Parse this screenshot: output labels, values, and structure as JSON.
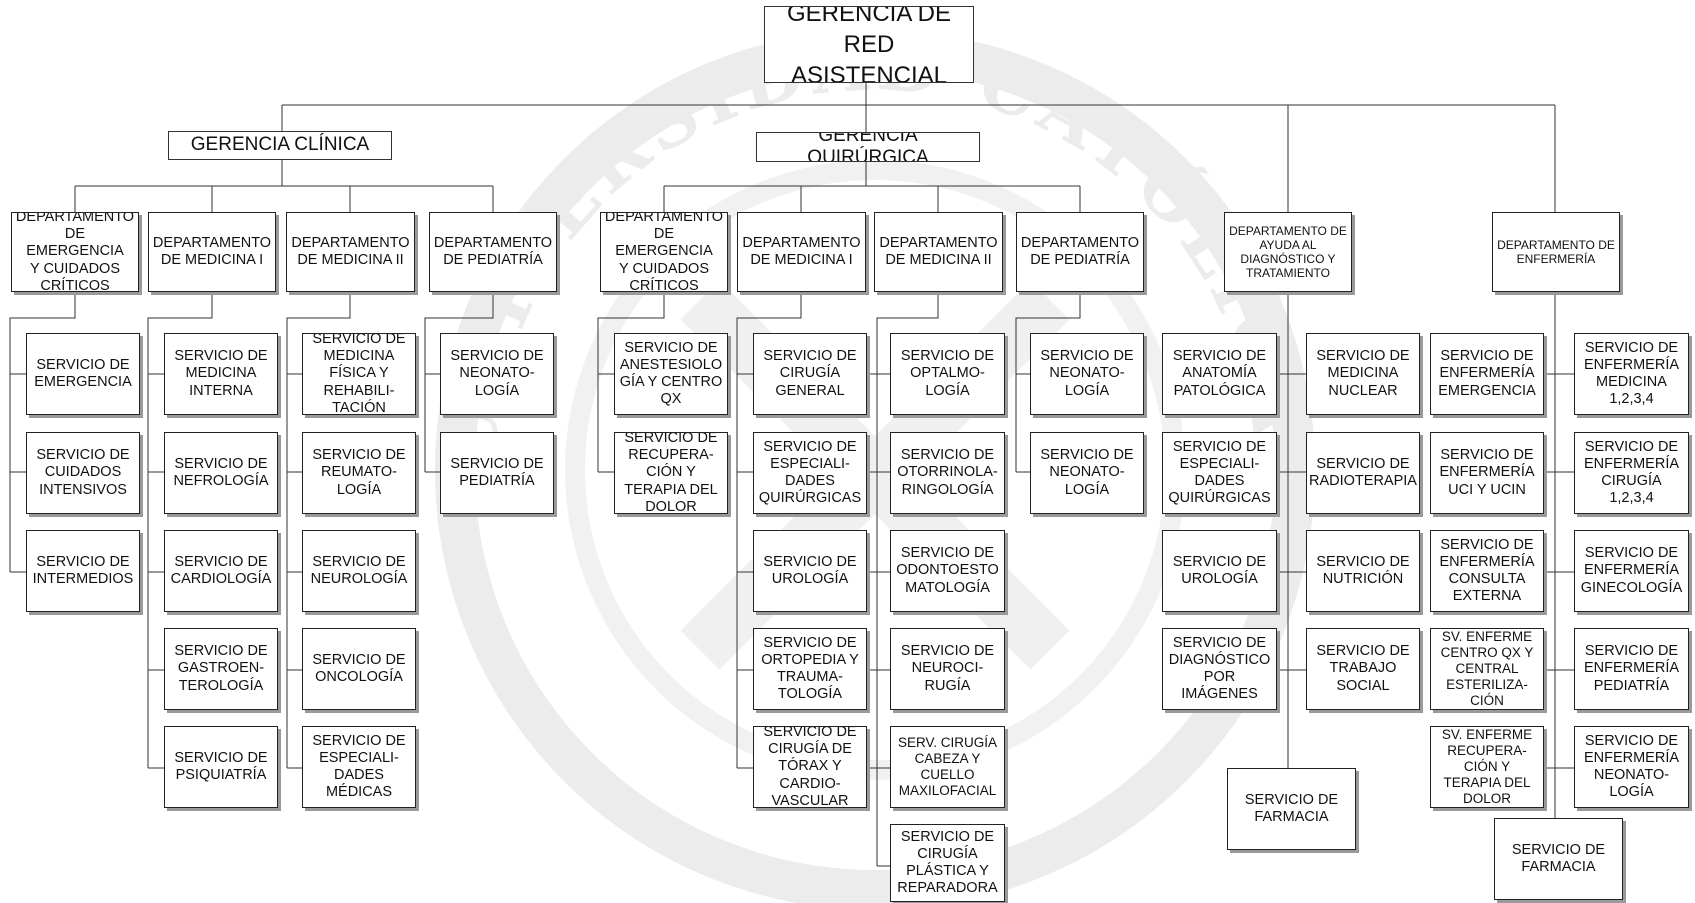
{
  "gerencia_red": "GERENCIA DE\nRED ASISTENCIAL",
  "gerencia_clinica": "GERENCIA CLÍNICA",
  "gerencia_quirurgica": "GERENCIA QUIRÚRGICA",
  "clinica": {
    "dept_emergencia": "DEPARTAMENTO\nDE EMERGENCIA\nY CUIDADOS\nCRÍTICOS",
    "dept_medicina1": "DEPARTAMENTO\nDE MEDICINA I",
    "dept_medicina2": "DEPARTAMENTO\nDE MEDICINA II",
    "dept_pediatria": "DEPARTAMENTO\nDE PEDIATRÍA",
    "emergencia_services": [
      "SERVICIO DE\nEMERGENCIA",
      "SERVICIO DE\nCUIDADOS\nINTENSIVOS",
      "SERVICIO DE\nINTERMEDIOS"
    ],
    "medicina1_services": [
      "SERVICIO DE\nMEDICINA\nINTERNA",
      "SERVICIO DE\nNEFROLOGÍA",
      "SERVICIO DE\nCARDIOLOGÍA",
      "SERVICIO DE\nGASTROEN-\nTEROLOGÍA",
      "SERVICIO DE\nPSIQUIATRÍA"
    ],
    "medicina2_services": [
      "SERVICIO DE\nMEDICINA\nFÍSICA Y\nREHABILI-\nTACIÓN",
      "SERVICIO DE\nREUMATO-\nLOGÍA",
      "SERVICIO DE\nNEUROLOGÍA",
      "SERVICIO DE\nONCOLOGÍA",
      "SERVICIO DE\nESPECIALI-\nDADES\nMÉDICAS"
    ],
    "pediatria_services": [
      "SERVICIO DE\nNEONATO-\nLOGÍA",
      "SERVICIO DE\nPEDIATRÍA"
    ]
  },
  "quirurgica": {
    "dept_emergencia": "DEPARTAMENTO\nDE EMERGENCIA\nY CUIDADOS\nCRÍTICOS",
    "dept_medicina1": "DEPARTAMENTO\nDE MEDICINA I",
    "dept_medicina2": "DEPARTAMENTO\nDE MEDICINA II",
    "dept_pediatria": "DEPARTAMENTO\nDE PEDIATRÍA",
    "emergencia_services": [
      "SERVICIO DE\nANESTESIOLO\nGÍA Y CENTRO\nQX",
      "SERVICIO DE\nRECUPERA-\nCIÓN Y\nTERAPIA DEL\nDOLOR"
    ],
    "medicina1_services": [
      "SERVICIO DE\nCIRUGÍA\nGENERAL",
      "SERVICIO DE\nESPECIALI-\nDADES\nQUIRÚRGICAS",
      "SERVICIO DE\nUROLOGÍA",
      "SERVICIO DE\nORTOPEDIA Y\nTRAUMA-\nTOLOGÍA",
      "SERVICIO DE\nCIRUGÍA DE\nTÓRAX Y\nCARDIO-\nVASCULAR"
    ],
    "medicina2_services": [
      "SERVICIO DE\nOPTALMO-\nLOGÍA",
      "SERVICIO DE\nOTORRINOLA-\nRINGOLOGÍA",
      "SERVICIO DE\nODONTOESTO\nMATOLOGÍA",
      "SERVICIO DE\nNEUROCI-\nRUGÍA",
      "SERV. CIRUGÍA\nCABEZA Y\nCUELLO\nMAXILOFACIAL",
      "SERVICIO DE\nCIRUGÍA\nPLÁSTICA Y\nREPARADORA"
    ],
    "pediatria_services": [
      "SERVICIO DE\nNEONATO-\nLOGÍA",
      "SERVICIO DE\nNEONATO-\nLOGÍA"
    ]
  },
  "ayuda": {
    "dept": "DEPARTAMENTO DE\nAYUDA AL\nDIAGNÓSTICO Y\nTRATAMIENTO",
    "left_services": [
      "SERVICIO DE\nANATOMÍA\nPATOLÓGICA",
      "SERVICIO DE\nESPECIALI-\nDADES\nQUIRÚRGICAS",
      "SERVICIO DE\nUROLOGÍA",
      "SERVICIO DE\nDIAGNÓSTICO\nPOR\nIMÁGENES"
    ],
    "right_services": [
      "SERVICIO DE\nMEDICINA\nNUCLEAR",
      "SERVICIO DE\nRADIOTERAPIA",
      "SERVICIO DE\nNUTRICIÓN",
      "SERVICIO DE\nTRABAJO\nSOCIAL"
    ],
    "farmacia": "SERVICIO DE\nFARMACIA"
  },
  "enfermeria": {
    "dept": "DEPARTAMENTO DE\nENFERMERÍA",
    "left_services": [
      "SERVICIO DE\nENFERMERÍA\nEMERGENCIA",
      "SERVICIO DE\nENFERMERÍA\nUCI Y UCIN",
      "SERVICIO DE\nENFERMERÍA\nCONSULTA\nEXTERNA",
      "SV. ENFERME\nCENTRO QX Y\nCENTRAL\nESTERILIZA-\nCIÓN",
      "SV. ENFERME\nRECUPERA-\nCIÓN Y\nTERAPIA DEL\nDOLOR"
    ],
    "right_services": [
      "SERVICIO DE\nENFERMERÍA\nMEDICINA\n1,2,3,4",
      "SERVICIO DE\nENFERMERÍA\nCIRUGÍA 1,2,3,4",
      "SERVICIO DE\nENFERMERÍA\nGINECOLOGÍA",
      "SERVICIO DE\nENFERMERÍA\nPEDIATRÍA",
      "SERVICIO DE\nENFERMERÍA\nNEONATO-\nLOGÍA"
    ],
    "farmacia": "SERVICIO DE\nFARMACIA"
  },
  "watermark_text": "UNIVERSIDAD CATÓLICA DE SANTA MARÍA"
}
